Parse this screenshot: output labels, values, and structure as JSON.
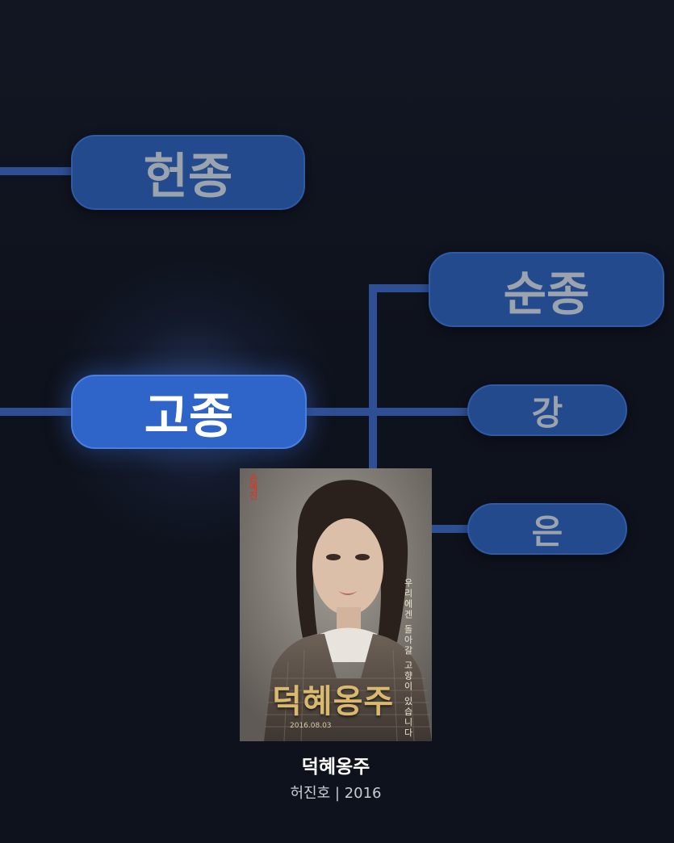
{
  "nodes": {
    "heonjong": "헌종",
    "gojong": "고종",
    "sunjong": "순종",
    "gang": "강",
    "eun": "은"
  },
  "poster": {
    "vertical_name": "손예진",
    "vertical_tagline": "우리에겐 돌아갈 고향이 있습니다",
    "overlay_title": "덕혜옹주",
    "release_date": "2016.08.03"
  },
  "caption": {
    "title": "덕혜옹주",
    "subtitle": "허진호 | 2016"
  },
  "colors": {
    "background": "#0f131e",
    "node_fill": "#234a8c",
    "node_active_fill": "#2f64c8",
    "connector": "#2f4f95",
    "node_text": "#9aa3ae",
    "node_active_text": "#ffffff"
  }
}
